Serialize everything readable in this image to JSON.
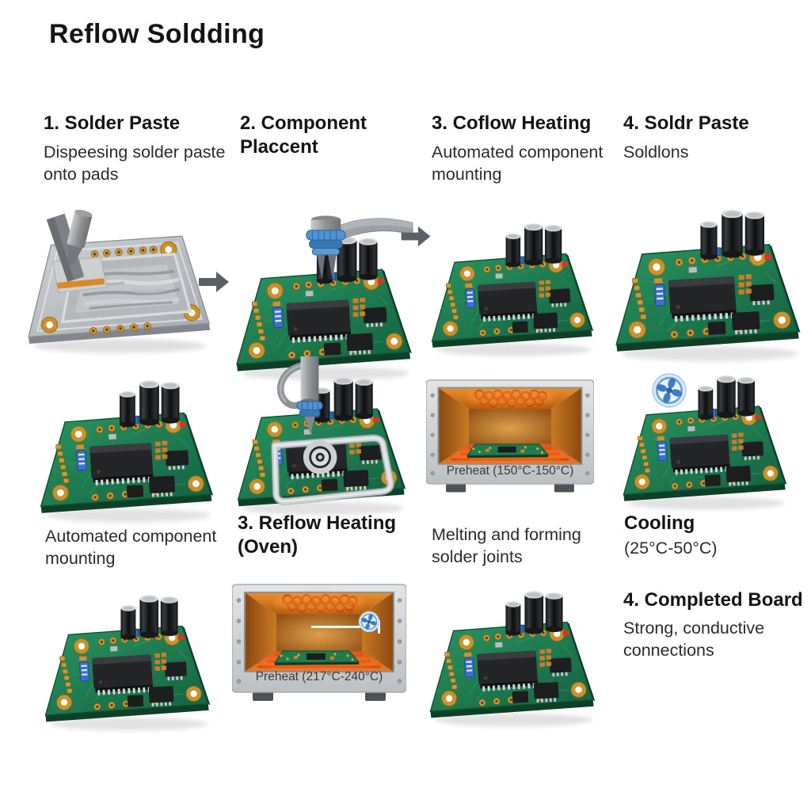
{
  "title": "Reflow Soldding",
  "columns": [
    {
      "heading": "1. Solder Paste",
      "subheading": "Dispeesing solder paste onto pads"
    },
    {
      "heading": "2. Component Placcent",
      "subheading": ""
    },
    {
      "heading": "3. Coflow Heating",
      "subheading": "Automated component mounting"
    },
    {
      "heading": "4. Soldr Paste",
      "subheading": "Soldlons"
    }
  ],
  "mid_labels": [
    {
      "heading": "",
      "subheading": "Automated component mounting"
    },
    {
      "heading": "3. Reflow Heating (Oven)",
      "subheading": ""
    },
    {
      "heading": "",
      "subheading": "Melting and forming solder joints"
    },
    {
      "heading": "Cooling",
      "subheading": "(25°C-50°C)"
    }
  ],
  "oven_labels": {
    "oven1": "Preheat (150°C-150°C)",
    "oven2": "Preheat (217°C-240°C)"
  },
  "completed_board": {
    "heading": "4. Completed Board",
    "subheading": "Strong, conductive connections"
  },
  "icons": {
    "arrow_right_icon": "▶",
    "fan_icon": "✿"
  },
  "colors": {
    "pcb_green": "#1e7a4e",
    "pcb_edge_dark": "#0d4026",
    "pad_gold": "#c8932e",
    "ic_black": "#232527",
    "component_blue": "#3a6fd8",
    "oven_orange": "#d97a1f",
    "heat_red": "#d6451c",
    "oven_gray": "#cfd2d4",
    "fan_blue": "#3f7dc0",
    "arrow_gray": "#5a6164",
    "text_dark": "#141414",
    "background": "#ffffff"
  }
}
